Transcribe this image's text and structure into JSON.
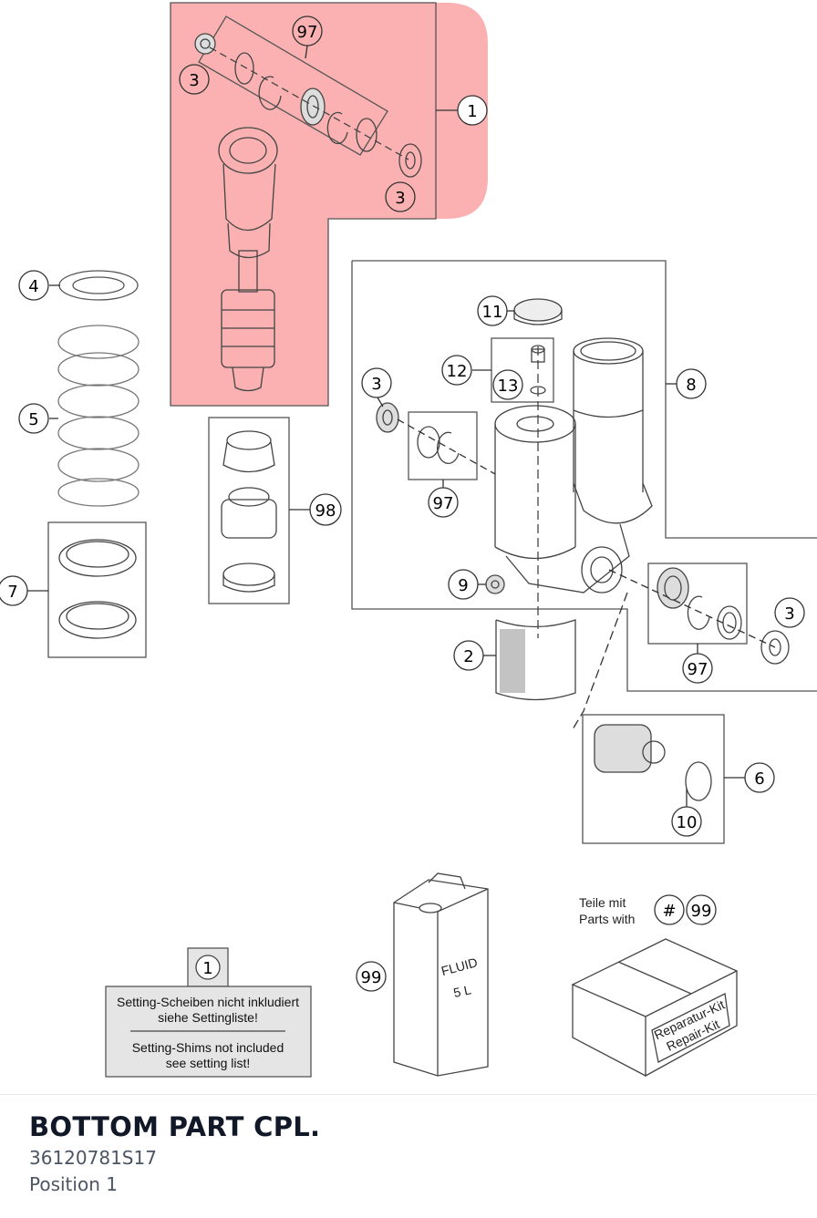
{
  "highlight_color": "#f87171",
  "callouts": {
    "c1": "1",
    "c2": "2",
    "c3a": "3",
    "c3b": "3",
    "c3c": "3",
    "c3d": "3",
    "c4": "4",
    "c5": "5",
    "c6": "6",
    "c7": "7",
    "c8": "8",
    "c9": "9",
    "c10": "10",
    "c11": "11",
    "c12": "12",
    "c13": "13",
    "c97a": "97",
    "c97b": "97",
    "c97c": "97",
    "c98": "98",
    "c99": "99",
    "note1": "1",
    "kit_hash": "#",
    "kit99": "99"
  },
  "note": {
    "de_line1": "Setting-Scheiben nicht inkludiert",
    "de_line2": "siehe Settingliste!",
    "en_line1": "Setting-Shims not included",
    "en_line2": "see setting list!"
  },
  "canister": {
    "label_top": "FLUID",
    "label_main": "5 L"
  },
  "kit": {
    "de": "Teile mit",
    "en": "Parts with",
    "box_de": "Reparatur-Kit",
    "box_en": "Repair-Kit"
  },
  "part": {
    "title": "BOTTOM PART CPL.",
    "number": "36120781S17",
    "position": "Position 1"
  }
}
